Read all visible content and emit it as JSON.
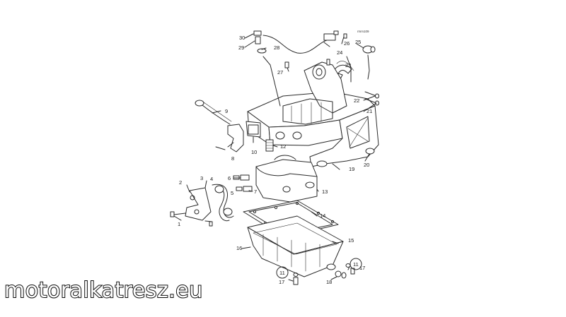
{
  "figure_id": "rmm109",
  "callouts": [
    "1",
    "2",
    "3",
    "4",
    "5",
    "6",
    "7",
    "8",
    "9",
    "10",
    "11",
    "12",
    "13",
    "14",
    "15",
    "16",
    "17",
    "18",
    "19",
    "20",
    "21",
    "22",
    "23",
    "24",
    "25",
    "26",
    "27",
    "28",
    "29",
    "30"
  ],
  "highlighted_callouts": [
    "11",
    "11"
  ],
  "highlight_color": "#c8102e",
  "line_color": "#2a2a2a",
  "watermark": "motoralkatresz.eu"
}
